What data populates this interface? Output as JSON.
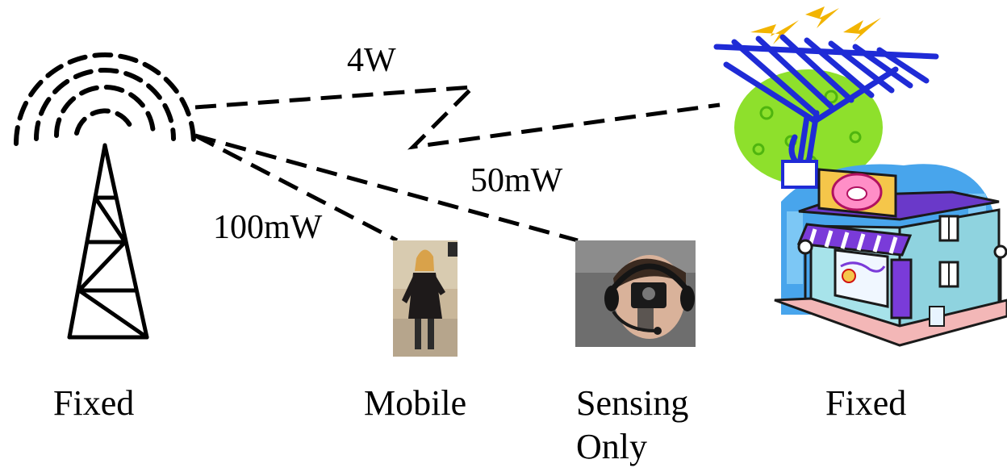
{
  "power_labels": {
    "tower_to_station": "4W",
    "to_sensing": "50mW",
    "to_mobile": "100mW"
  },
  "captions": {
    "tower": "Fixed",
    "mobile": "Mobile",
    "sensing_line1": "Sensing",
    "sensing_line2": "Only",
    "station": "Fixed"
  },
  "icons": {
    "tower": "radio-tower-icon",
    "mobile": "mobile-user-photo",
    "sensing": "headset-camera-user-photo",
    "station": "tv-antenna-storefront-icon"
  },
  "colors": {
    "line": "#000000",
    "antenna": "#1f2bd6",
    "lightning": "#f2b400",
    "tree": "#8ee02c",
    "building_wall": "#8fd3df",
    "awning": "#7a3bd9",
    "sign": "#f5c64a",
    "sky": "#3a8fe0"
  }
}
